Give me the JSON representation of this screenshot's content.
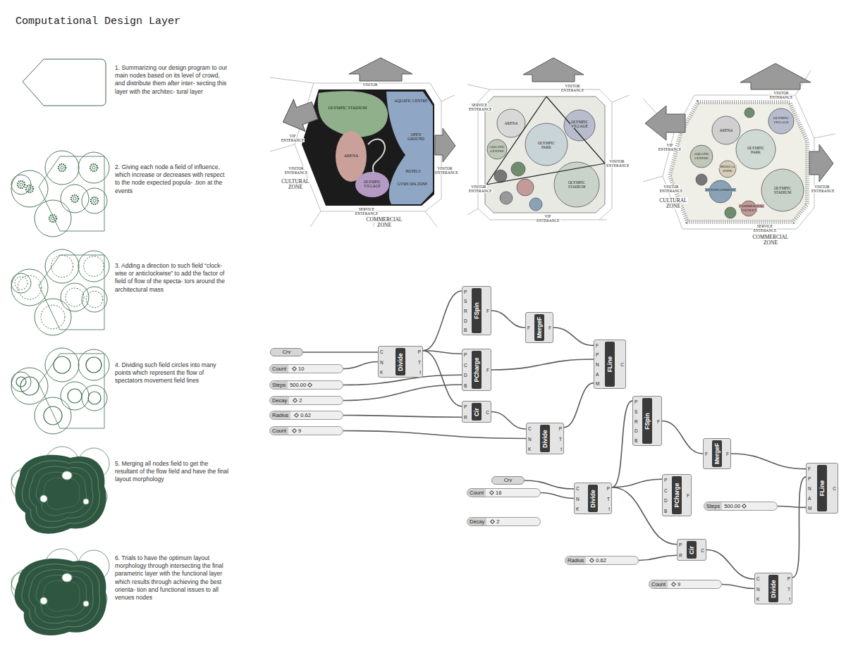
{
  "diagram": {
    "title": "Computational Design Layer",
    "nodes": [
      {
        "text": [
          "Crv"
        ]
      },
      {
        "text": [
          "Count",
          "10"
        ]
      },
      {
        "text": [
          "Steps",
          "500.00"
        ]
      },
      {
        "text": [
          "Decay",
          "2"
        ]
      },
      {
        "text": [
          "Radius",
          "0.62"
        ]
      },
      {
        "text": [
          "Count",
          "9"
        ]
      },
      {
        "text": [
          "Divide",
          "C",
          "N",
          "K",
          "P",
          "T",
          "t"
        ]
      },
      {
        "text": [
          "FSpin",
          "P",
          "S",
          "R",
          "D",
          "B",
          "F"
        ]
      },
      {
        "text": [
          "PCharge",
          "P",
          "C",
          "D",
          "B",
          "F"
        ]
      },
      {
        "text": [
          "Cir",
          "P",
          "R",
          "C"
        ]
      },
      {
        "text": [
          "MergeF",
          "F",
          "F"
        ]
      },
      {
        "text": [
          "Divide",
          "C",
          "N",
          "K",
          "P",
          "T",
          "t"
        ]
      },
      {
        "text": [
          "FLine",
          "F",
          "P",
          "N",
          "A",
          "M",
          "C"
        ]
      },
      {
        "text": [
          "FSpin",
          "P",
          "S",
          "R",
          "D",
          "B",
          "F"
        ]
      },
      {
        "text": [
          "MergeF",
          "F",
          "F"
        ]
      },
      {
        "text": [
          "FLine",
          "F",
          "P",
          "N",
          "A",
          "M",
          "C"
        ]
      },
      {
        "text": [
          "Crv"
        ]
      },
      {
        "text": [
          "Count",
          "16"
        ]
      },
      {
        "text": [
          "Decay",
          "2"
        ]
      },
      {
        "text": [
          "Divide",
          "C",
          "N",
          "K",
          "P",
          "T",
          "t"
        ]
      },
      {
        "text": [
          "PCharge",
          "P",
          "C",
          "D",
          "B",
          "F"
        ]
      },
      {
        "text": [
          "Steps",
          "500.00"
        ]
      },
      {
        "text": [
          "Cir",
          "P",
          "R",
          "C"
        ]
      },
      {
        "text": [
          "Radius",
          "0.62"
        ]
      },
      {
        "text": [
          "Count",
          "9"
        ]
      },
      {
        "text": [
          "Divide",
          "C",
          "N",
          "K",
          "P",
          "T",
          "t"
        ]
      }
    ],
    "edges": [
      {
        "from": 0,
        "to": 6,
        "arrow": "none"
      },
      {
        "from": 1,
        "to": 6,
        "arrow": "none"
      },
      {
        "from": 6,
        "to": 7,
        "arrow": "none"
      },
      {
        "from": 6,
        "to": 8,
        "arrow": "none"
      },
      {
        "from": 6,
        "to": 9,
        "arrow": "none"
      },
      {
        "from": 2,
        "to": 8,
        "arrow": "none"
      },
      {
        "from": 3,
        "to": 8,
        "arrow": "none"
      },
      {
        "from": 4,
        "to": 9,
        "arrow": "none"
      },
      {
        "from": 5,
        "to": 11,
        "arrow": "none"
      },
      {
        "from": 9,
        "to": 11,
        "arrow": "none"
      },
      {
        "from": 7,
        "to": 10,
        "arrow": "none"
      },
      {
        "from": 10,
        "to": 12,
        "arrow": "none"
      },
      {
        "from": 8,
        "to": 12,
        "arrow": "none"
      },
      {
        "from": 11,
        "to": 12,
        "arrow": "none"
      },
      {
        "from": 16,
        "to": 19,
        "arrow": "none"
      },
      {
        "from": 17,
        "to": 19,
        "arrow": "none"
      },
      {
        "from": 19,
        "to": 13,
        "arrow": "none"
      },
      {
        "from": 19,
        "to": 20,
        "arrow": "none"
      },
      {
        "from": 19,
        "to": 22,
        "arrow": "none"
      },
      {
        "from": 13,
        "to": 14,
        "arrow": "none"
      },
      {
        "from": 14,
        "to": 15,
        "arrow": "none"
      },
      {
        "from": 21,
        "to": 15,
        "arrow": "none"
      },
      {
        "from": 23,
        "to": 22,
        "arrow": "none"
      },
      {
        "from": 22,
        "to": 25,
        "arrow": "none"
      },
      {
        "from": 24,
        "to": 25,
        "arrow": "none"
      },
      {
        "from": 25,
        "to": 15,
        "arrow": "none"
      }
    ],
    "labels": [
      "1. Summarizing our design program to our main nodes based on its level of crowd, and distribute them after inter- secting this layer with the architec- tural layer",
      "2. Giving each node a field of influence, which increase or decreases with respect to the node expected popula- .tion at the events",
      "3. Adding a direction to such field “clock- wise or anticlockwise” to add the factor of field of flow of the specta- tors around the architectural mass",
      "4. Dividing such field circles into many points which represent the flow of spectators movement field lines",
      "5. Merging all nodes field to get the resultant of the flow field and have the final layout morphology",
      "6. Trials to have the optimum layout morphology through intersecting the final parametric layer with the functional layer which results through achieving the best orienta- tion and functional issues to all venues nodes",
      "VISITOR",
      "OLYMPIC STADIUM",
      "ARENA",
      "OLYMPIC VILLAGE",
      "AQUATIC CENTRE",
      "OPEN GROUND",
      "HOTELS",
      "GYMS SPA ZONE",
      "VIP ENTERANCE",
      "VISITOR ENTERANCE",
      "VISITOR ENTERANCE",
      "CULTURAL ZONE",
      "SERVICE ENTERANCE",
      "COMMERCIAL ZONE",
      "VISITOR ENTERANCE",
      "SERVICE ENTERANCE",
      "ARENA",
      "OLYMPIC VILLAGE",
      "AQUATIC CENTRE",
      "OLYMPIC PARK",
      "OLYMPIC STADIUM",
      "VISITOR ENTERANCE",
      "VISITOR ENTERANCE",
      "VIP ENTERANCE",
      "VISITOR ENTERANCE",
      "VIP ENTERANCE",
      "ARENA",
      "OLYMPIC VILLAGE",
      "AQUATIC CENTRE",
      "OLYMPIC PARK",
      "MEDICAL ZONE",
      "VISITOR ENTERANCE",
      "VISITOR ENTERANCE",
      "CULTURAL ZONE",
      "ENTERTAINMENT",
      "OLYMPIC STADIUM",
      "COMMERCIAL OUTLET",
      "SERVICE ENTERANCE",
      "COMMERCIAL ZONE"
    ]
  }
}
